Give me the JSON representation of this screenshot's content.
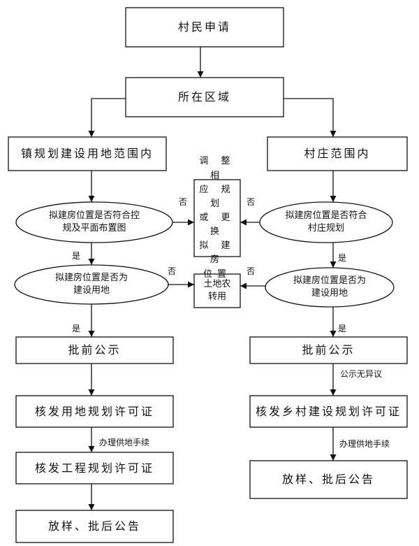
{
  "nodes": {
    "apply": "村民申请",
    "region": "所在区域",
    "town_scope": "镇规划建设用地范围内",
    "village_scope": "村庄范围内",
    "check_plan": "拟建房位置是否符合控\n规及平面布置图",
    "check_village_plan": "拟建房位置是否符合\n村庄规划",
    "adjust": "调 整 相\n应 规 划\n或 更 换\n拟 建 房\n位置",
    "check_land_left": "拟建房位置是否为\n建设用地",
    "check_land_right": "拟建房位置是否为\n建设用地",
    "convert": "土地农\n转用",
    "publish_left": "批前公示",
    "publish_right": "批前公示",
    "permit_land": "核发用地规划许可证",
    "permit_rural": "核发乡村建设规划许可证",
    "permit_project": "核发工程规划许可证",
    "final_left": "放样、批后公告",
    "final_right": "放样、批后公告"
  },
  "edges": {
    "no_1": "否",
    "no_2": "否",
    "no_3": "否",
    "no_4": "否",
    "yes_1": "是",
    "yes_2": "是",
    "yes_3": "是",
    "no_objection": "公示无异议",
    "land_supply_1": "办理供地手续",
    "land_supply_2": "办理供地手续"
  }
}
